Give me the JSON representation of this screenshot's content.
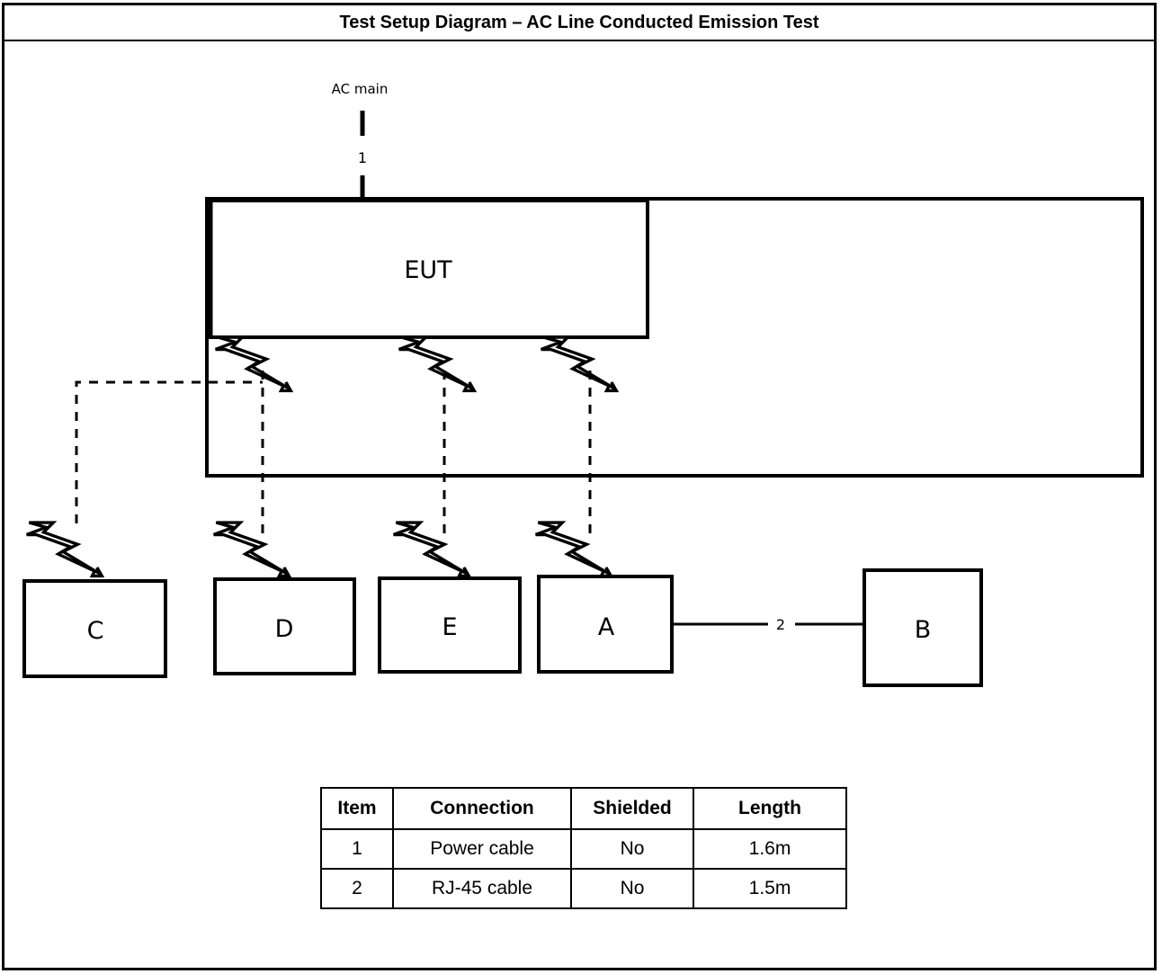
{
  "title": "Test Setup Diagram – AC Line Conducted Emission Test",
  "diagram": {
    "ac_main_label": "AC main",
    "power_cable_number": "1",
    "rj45_cable_number": "2",
    "eut_label": "EUT",
    "peripherals": {
      "c": "C",
      "d": "D",
      "e": "E",
      "a": "A",
      "b": "B"
    }
  },
  "table": {
    "headers": [
      "Item",
      "Connection",
      "Shielded",
      "Length"
    ],
    "rows": [
      [
        "1",
        "Power cable",
        "No",
        "1.6m"
      ],
      [
        "2",
        "RJ-45 cable",
        "No",
        "1.5m"
      ]
    ]
  }
}
